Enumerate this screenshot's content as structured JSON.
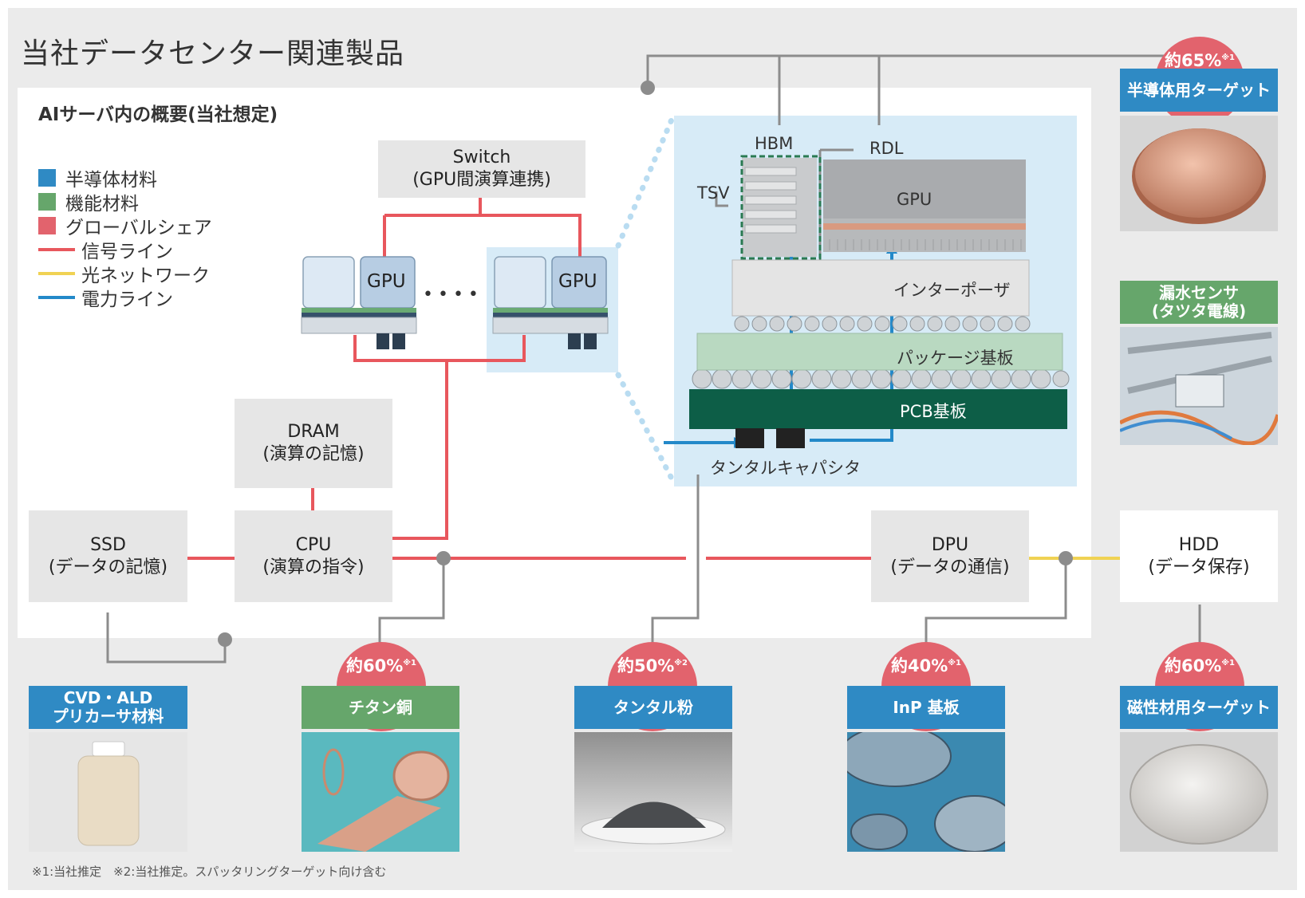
{
  "title": "当社データセンター関連製品",
  "subtitle": "AIサーバ内の概要(当社想定)",
  "legend": [
    {
      "label": "半導体材料",
      "kind": "square",
      "color": "#2f8ac4"
    },
    {
      "label": "機能材料",
      "kind": "square",
      "color": "#66a66b"
    },
    {
      "label": "グローバルシェア",
      "kind": "square",
      "color": "#e2636d"
    },
    {
      "label": "信号ライン",
      "kind": "line",
      "color": "#e8575d"
    },
    {
      "label": "光ネットワーク",
      "kind": "line",
      "color": "#f0d253"
    },
    {
      "label": "電力ライン",
      "kind": "line",
      "color": "#2389c9"
    }
  ],
  "components": {
    "switch": {
      "line1": "Switch",
      "line2": "(GPU間演算連携)"
    },
    "dram": {
      "line1": "DRAM",
      "line2": "(演算の記憶)"
    },
    "ssd": {
      "line1": "SSD",
      "line2": "(データの記憶)"
    },
    "cpu": {
      "line1": "CPU",
      "line2": "(演算の指令)"
    },
    "dpu": {
      "line1": "DPU",
      "line2": "(データの通信)"
    },
    "hdd": {
      "line1": "HDD",
      "line2": "(データ保存)"
    },
    "gpu_label": "GPU",
    "dots": "••••"
  },
  "detail": {
    "hbm": "HBM",
    "rdl": "RDL",
    "tsv": "TSV",
    "gpu": "GPU",
    "interposer": "インターポーザ",
    "package": "パッケージ基板",
    "pcb": "PCB基板",
    "capacitor": "タンタルキャパシタ"
  },
  "products": {
    "target_semi": {
      "label": "半導体用ターゲット",
      "share": "約65%",
      "note": "※1"
    },
    "leak_sensor": {
      "label": "漏水センサ\n(タツタ電線)"
    },
    "cvd": {
      "label": "CVD・ALD\nプリカーサ材料"
    },
    "titanium": {
      "label": "チタン銅",
      "share": "約60%",
      "note": "※1"
    },
    "tantalum": {
      "label": "タンタル粉",
      "share": "約50%",
      "note": "※2"
    },
    "inp": {
      "label": "InP 基板",
      "share": "約40%",
      "note": "※1"
    },
    "magnetic": {
      "label": "磁性材用ターゲット",
      "share": "約60%",
      "note": "※1"
    }
  },
  "footnote": "※1:当社推定　※2:当社推定。スパッタリングターゲット向け含む"
}
